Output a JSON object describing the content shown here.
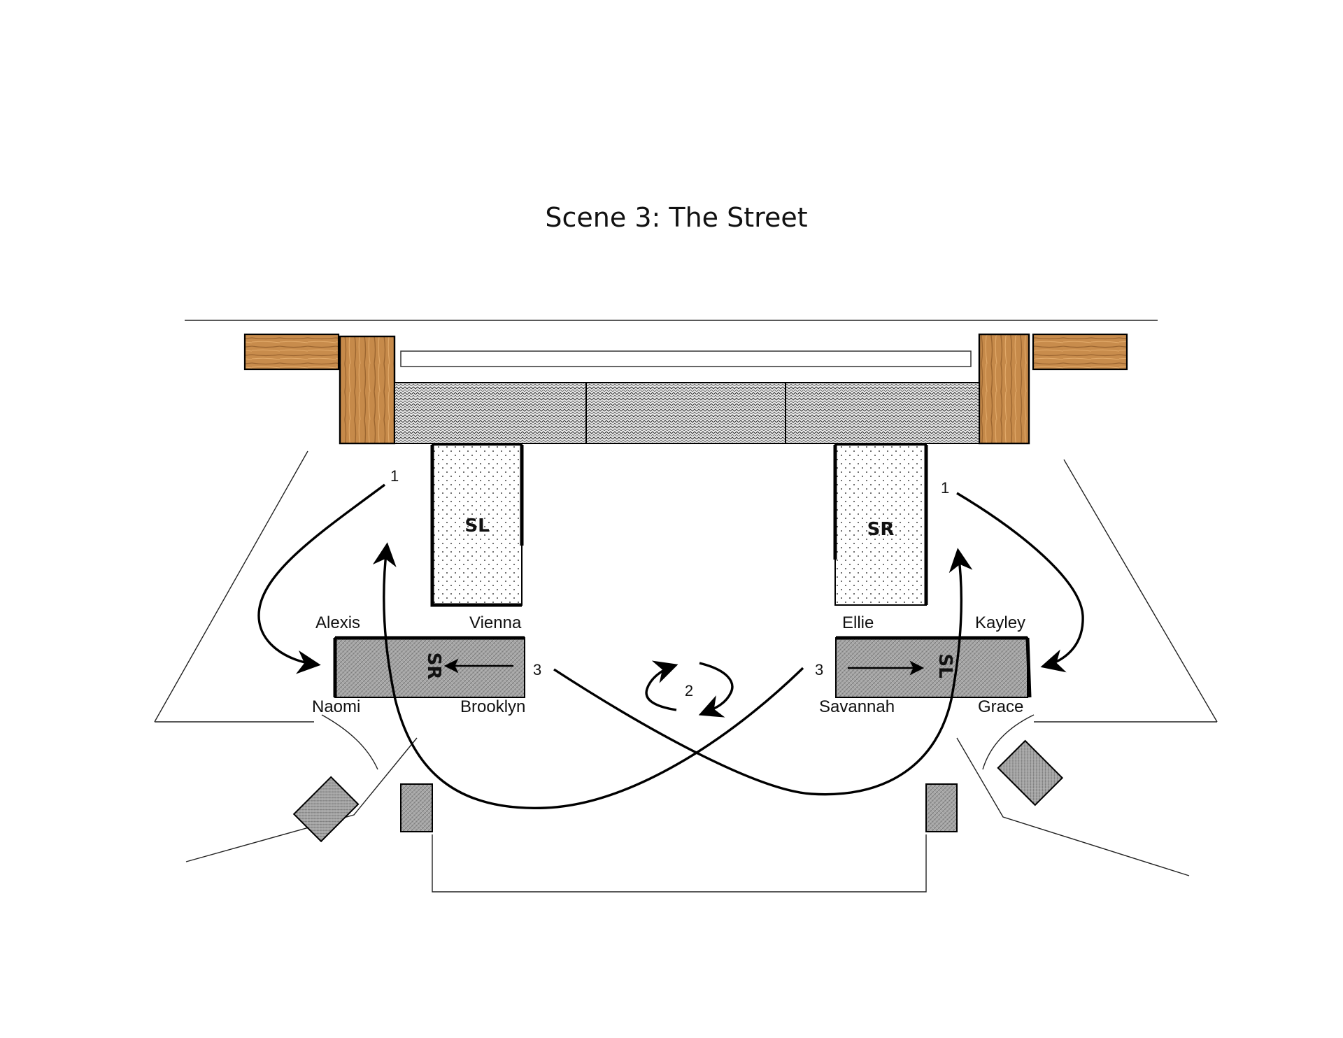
{
  "title": "Scene 3: The Street",
  "wagon_labels": {
    "left_upstage": "SL",
    "right_upstage": "SR",
    "left_platform": "SR",
    "right_platform": "SL"
  },
  "actors": {
    "alexis": "Alexis",
    "vienna": "Vienna",
    "naomi": "Naomi",
    "brooklyn": "Brooklyn",
    "ellie": "Ellie",
    "kayley": "Kayley",
    "savannah": "Savannah",
    "grace": "Grace"
  },
  "steps": {
    "left_one": "1",
    "right_one": "1",
    "center_two": "2",
    "left_three": "3",
    "right_three": "3"
  },
  "colors": {
    "wood": "#c89050",
    "platform_gray": "#a8a8a8",
    "ink": "#000000"
  }
}
